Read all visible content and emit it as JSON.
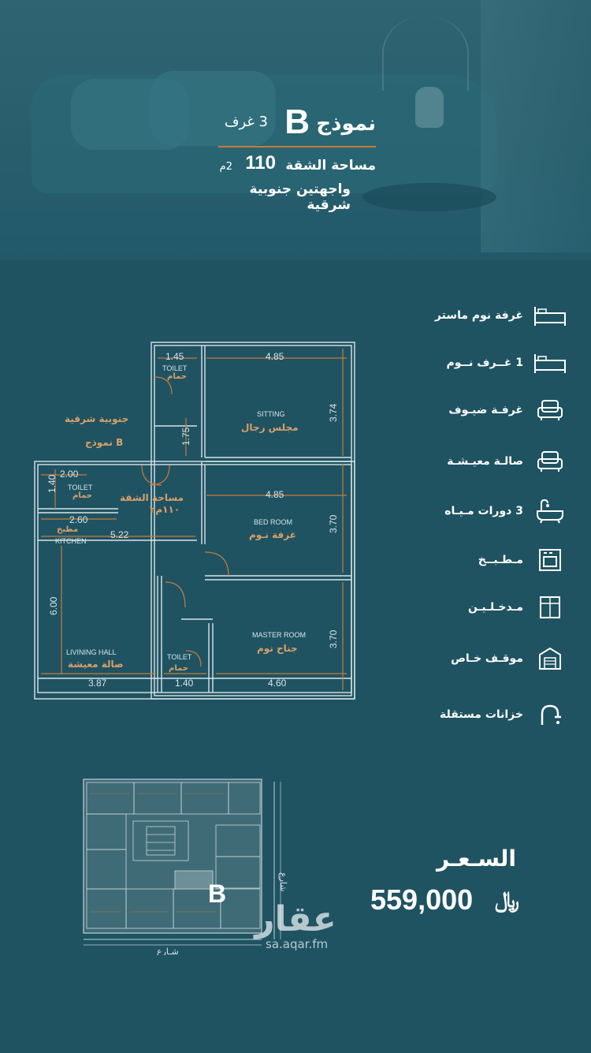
{
  "header": {
    "model_word": "نموذج",
    "model_letter": "B",
    "rooms_count": "3 غرف",
    "area_label": "مساحة الشقة",
    "area_value": "110",
    "area_unit": "2م",
    "facades": "واجهتين جنوبية شرقية"
  },
  "features": [
    {
      "label": "غرفة نوم ماستر",
      "icon": "bed-icon"
    },
    {
      "label": "1 غــرف نــوم",
      "icon": "bed-icon"
    },
    {
      "label": "غرفـة ضيـوف",
      "icon": "armchair-icon"
    },
    {
      "label": "صالـة معيـشـة",
      "icon": "armchair-icon"
    },
    {
      "label": "3 دورات مـيـاه",
      "icon": "bathtub-icon"
    },
    {
      "label": "مـطـبــخ",
      "icon": "oven-icon"
    },
    {
      "label": "مـدخـلـيـن",
      "icon": "door-icon"
    },
    {
      "label": "موقـف خـاص",
      "icon": "garage-icon"
    },
    {
      "label": "خزانات مستقلة",
      "icon": "faucet-icon"
    }
  ],
  "floor_plan": {
    "side_note_1": "جنوبية شرقية",
    "side_note_2": "نموذج B",
    "apt_area_label": "مساحة الشقة",
    "apt_area_value": "١١٠م٢",
    "rooms": {
      "toilet_top": {
        "en": "TOILET",
        "ar": "حمام"
      },
      "sitting": {
        "en": "SITTING",
        "ar": "مجلس رجال"
      },
      "toilet_left": {
        "en": "TOILET",
        "ar": "حمام"
      },
      "bedroom": {
        "en": "BED ROOM",
        "ar": "غرفة نـوم"
      },
      "kitchen": {
        "en": "KITCHEN",
        "ar": "مطبخ"
      },
      "living": {
        "en": "LIVINING HALL",
        "ar": "صالة معيشة"
      },
      "toilet_bottom": {
        "en": "TOILET",
        "ar": "حمام"
      },
      "master": {
        "en": "MASTER ROOM",
        "ar": "جناح نوم"
      }
    },
    "dims": {
      "d1": "1.45",
      "d2": "4.85",
      "d3": "3.74",
      "d4": "1.75",
      "d5": "2.00",
      "d6": "1.40",
      "d7": "4.85",
      "d8": "2.60",
      "d9": "5.22",
      "d10": "3.70",
      "d11": "6.00",
      "d12": "3.70",
      "d13": "3.87",
      "d14": "1.40",
      "d15": "4.60"
    }
  },
  "site_plan": {
    "letter": "B",
    "street_bottom": "شـارع",
    "street_right": "شارع"
  },
  "price": {
    "label": "السـعـر",
    "value": "559,000",
    "currency": "﷼"
  },
  "watermark": {
    "brand": "عقار",
    "url": "sa.aqar.fm"
  },
  "colors": {
    "background": "#1f5362",
    "accent": "#c87b3a",
    "plan_line": "#d9e4e7"
  }
}
